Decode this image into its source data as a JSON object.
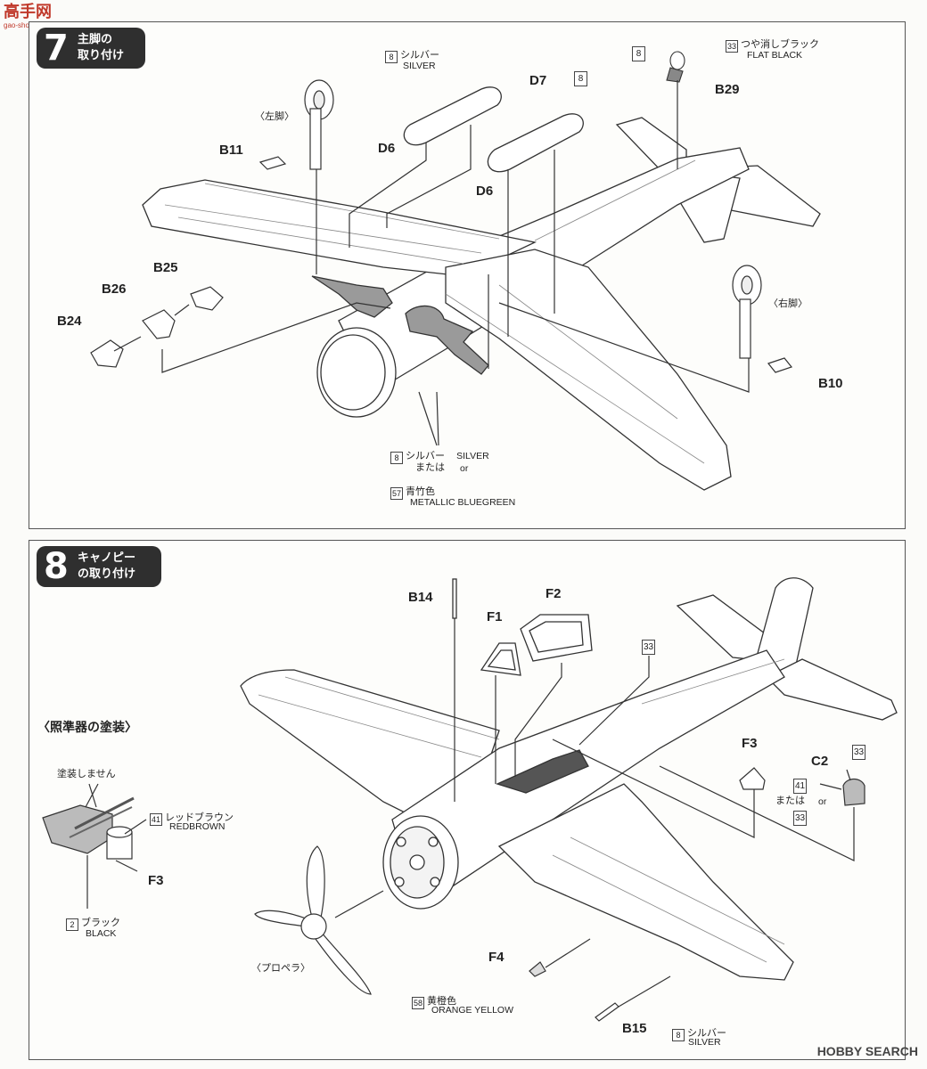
{
  "logo": {
    "text": "高手网",
    "sub": "gao-shou.com"
  },
  "step7": {
    "number": "7",
    "title": "主脚の\n取り付け",
    "parts": {
      "b11": "B11",
      "b24": "B24",
      "b25": "B25",
      "b26": "B26",
      "d6a": "D6",
      "d6b": "D6",
      "d7": "D7",
      "b29": "B29",
      "b10": "B10",
      "left_leg": "〈左脚〉",
      "right_leg": "〈右脚〉"
    },
    "colors": {
      "silver_top": {
        "code": "8",
        "jp": "シルバー",
        "en": "SILVER"
      },
      "d7_code": "8",
      "b29_code": "8",
      "flat_black": {
        "code": "33",
        "jp": "つや消しブラック",
        "en": "FLAT BLACK"
      },
      "bottom": {
        "code1": "8",
        "jp1": "シルバー",
        "en1": "SILVER",
        "or_jp": "または",
        "or_en": "or",
        "code2": "57",
        "jp2": "青竹色",
        "en2": "METALLIC BLUEGREEN"
      }
    }
  },
  "step8": {
    "number": "8",
    "title": "キャノピー\nの取り付け",
    "section": "〈照準器の塗装〉",
    "parts": {
      "b14": "B14",
      "f1": "F1",
      "f2": "F2",
      "f3a": "F3",
      "f3b": "F3",
      "c2": "C2",
      "f4": "F4",
      "b15": "B15",
      "propeller": "〈プロペラ〉"
    },
    "colors": {
      "no_paint": "塗装しません",
      "redbrown": {
        "code": "41",
        "jp": "レッドブラウン",
        "en": "REDBROWN"
      },
      "black": {
        "code": "2",
        "jp": "ブラック",
        "en": "BLACK"
      },
      "canopy_code": "33",
      "c2_top": "33",
      "c2_alt": {
        "code1": "41",
        "or_jp": "または",
        "or_en": "or",
        "code2": "33"
      },
      "orange": {
        "code": "58",
        "jp": "黄橙色",
        "en": "ORANGE YELLOW"
      },
      "silver": {
        "code": "8",
        "jp": "シルバー",
        "en": "SILVER"
      }
    }
  },
  "watermark": "HOBBY SEARCH"
}
